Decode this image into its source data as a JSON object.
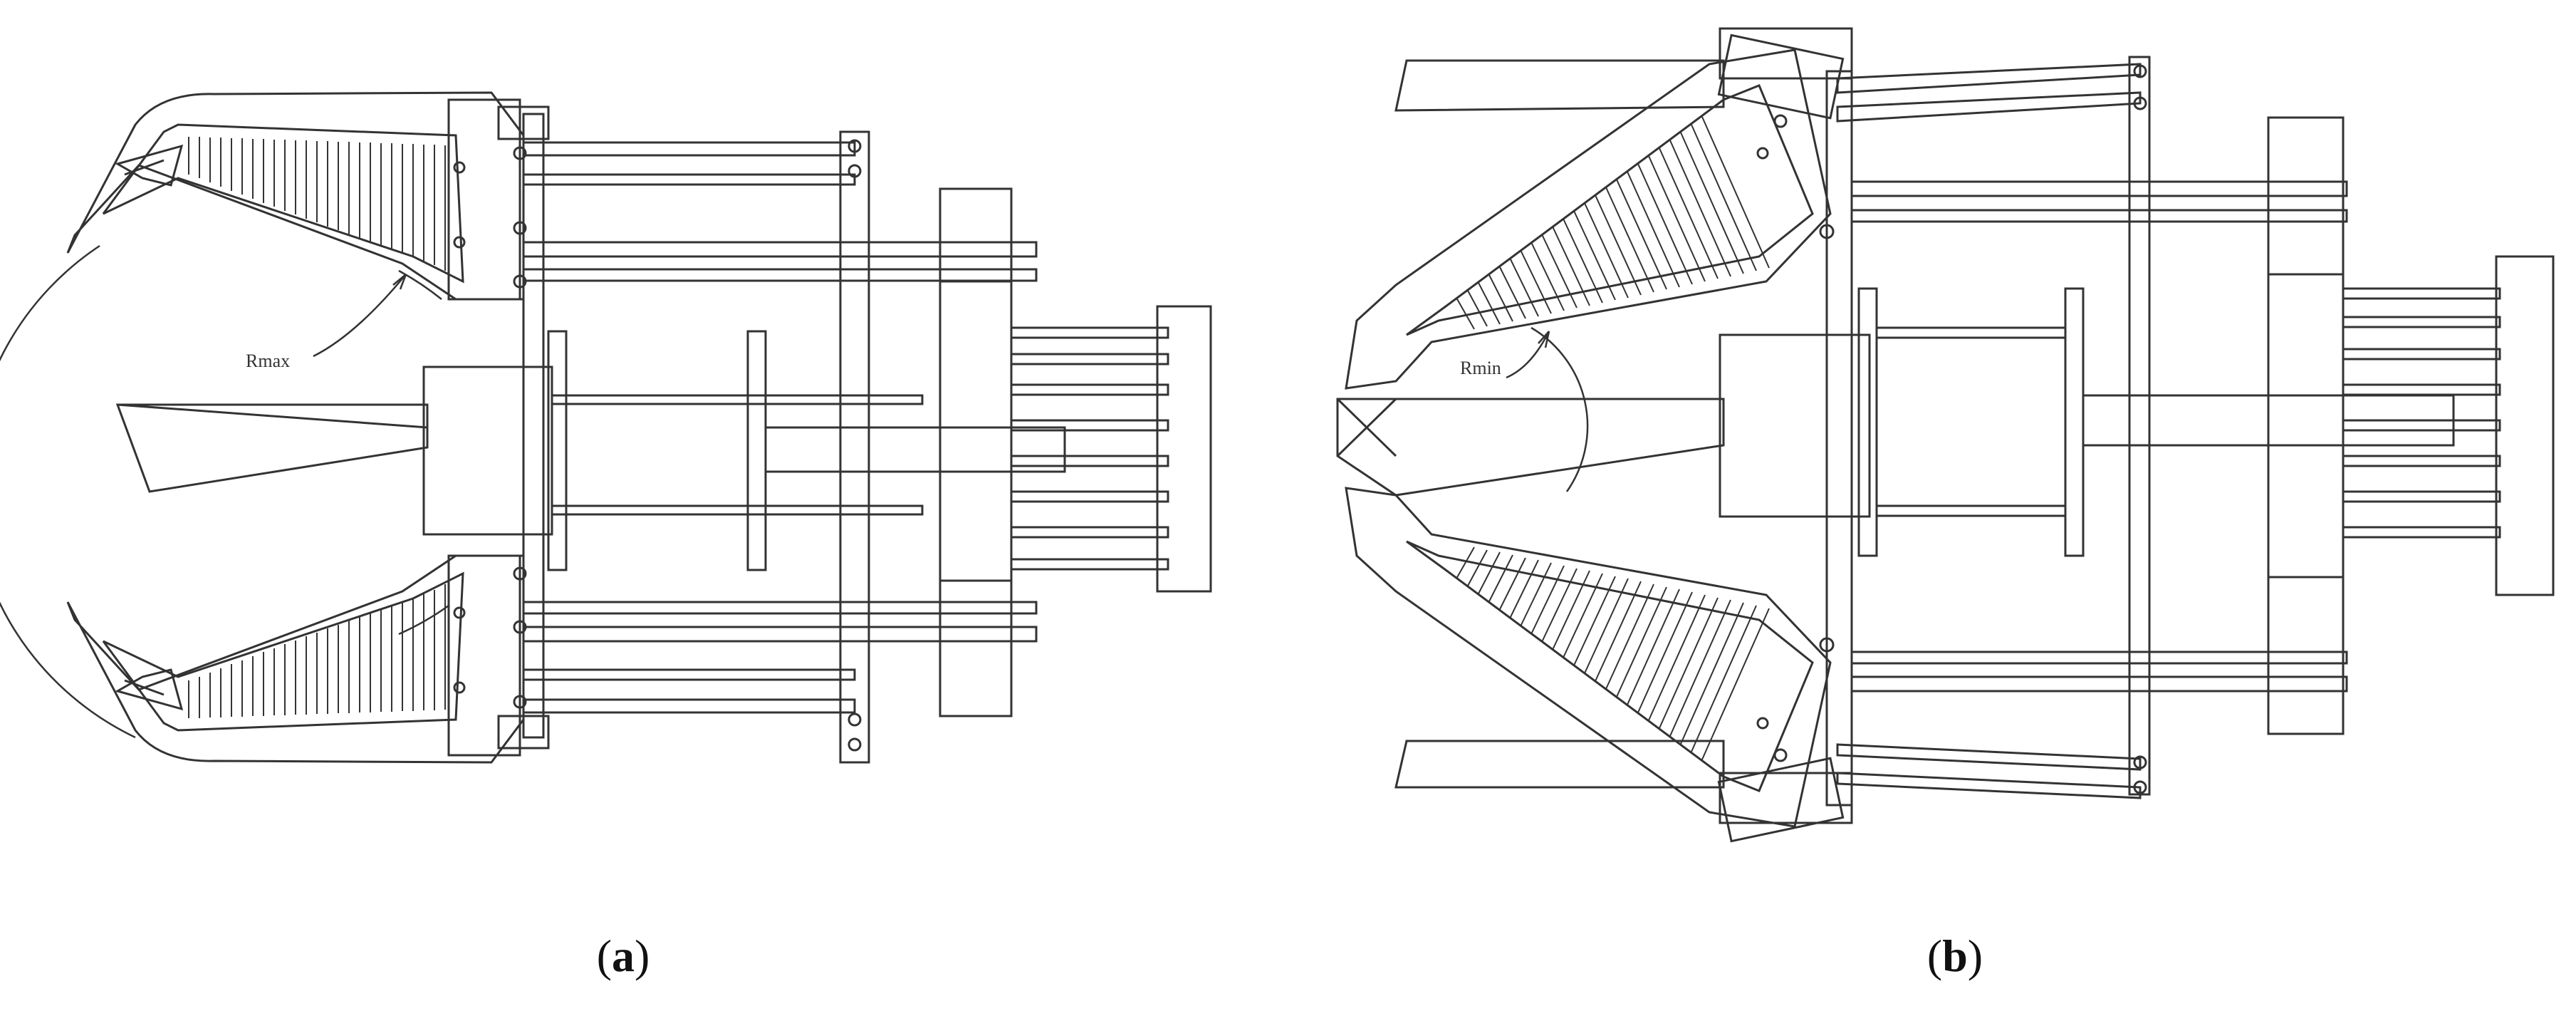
{
  "panels": [
    {
      "id": "a",
      "caption_open": "(",
      "caption_letter": "a",
      "caption_close": ")",
      "radius_label": "Rmax"
    },
    {
      "id": "b",
      "caption_open": "(",
      "caption_letter": "b",
      "caption_close": ")",
      "radius_label": "Rmin"
    }
  ],
  "colors": {
    "line": "#333333",
    "background": "#ffffff"
  }
}
